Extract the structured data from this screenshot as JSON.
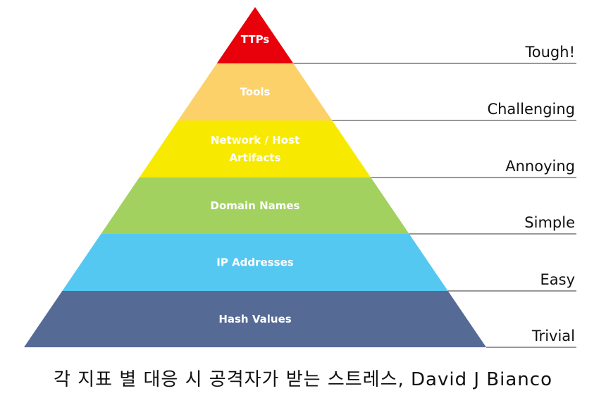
{
  "pyramid": {
    "levels": [
      {
        "label_lines": [
          "TTPs"
        ],
        "difficulty": "Tough!",
        "color": "#e8000b"
      },
      {
        "label_lines": [
          "Tools"
        ],
        "difficulty": "Challenging",
        "color": "#fcd16a"
      },
      {
        "label_lines": [
          "Network / Host",
          "Artifacts"
        ],
        "difficulty": "Annoying",
        "color": "#f7ea00"
      },
      {
        "label_lines": [
          "Domain Names"
        ],
        "difficulty": "Simple",
        "color": "#a2d160"
      },
      {
        "label_lines": [
          "IP Addresses"
        ],
        "difficulty": "Easy",
        "color": "#55c8f2"
      },
      {
        "label_lines": [
          "Hash Values"
        ],
        "difficulty": "Trivial",
        "color": "#566a96"
      }
    ]
  },
  "caption": "각 지표 별 대응 시 공격자가 받는 스트레스, David J Bianco"
}
